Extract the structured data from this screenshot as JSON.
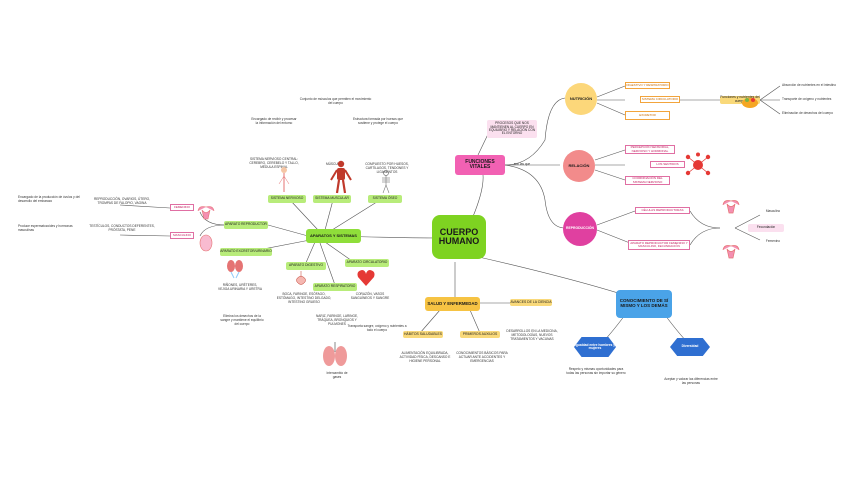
{
  "center": "CUERPO HUMANO",
  "funciones": {
    "title": "FUNCIONES VITALES",
    "desc": "PROCESOS QUE NOS MANTIENEN AL CUERPO EN EQUILIBRIO Y RELACIÓN CON EL ENTORNO",
    "son_las": "son las que",
    "nutricion": {
      "title": "NUTRICIÓN",
      "items": [
        "DIGESTIVO Y RESPIRATORIO",
        "SISTEMA CIRCULATORIO",
        "EXCRETOR"
      ],
      "right": [
        "Funciones y nutrientes del cuerpo",
        "Absorción de nutrientes en el intestino",
        "Transporte de oxígeno y nutrientes",
        "Eliminación de desechos del cuerpo"
      ]
    },
    "relacion": {
      "title": "RELACIÓN",
      "items": [
        "PERCEPCIÓN SENSORIAL, NERVIOSO Y HORMONAL",
        "LOS SENTIDOS",
        "COORDINACIÓN DEL SISTEMA NERVIOSO"
      ]
    },
    "reproduccion": {
      "title": "REPRODUCCIÓN",
      "items": [
        "CÉLULAS REPRODUCTORAS",
        "APARATO REPRODUCTOR FEMENINO Y MASCULINO, FECUNDACIÓN"
      ],
      "right": [
        "Masculino",
        "Fecundación",
        "Femenino"
      ]
    }
  },
  "aparatos": {
    "title": "APARATOS Y SISTEMAS",
    "nervioso": {
      "title": "SISTEMA NERVIOSO",
      "desc": "Encargado de recibir y procesar la información del entorno",
      "sub": "SISTEMA NERVIOSO CENTRAL: CEREBRO, CEREBELO Y TALLO, MÉDULA ESPINAL"
    },
    "muscular": {
      "title": "SISTEMA MUSCULAR",
      "desc": "Conjunto de músculos que permiten el movimiento del cuerpo",
      "sub": "MÚSCULOS"
    },
    "oseo": {
      "title": "SISTEMA ÓSEO",
      "desc": "Estructura formada por huesos que sostiene y protege el cuerpo",
      "sub": "COMPUESTO POR HUESOS, CARTÍLAGOS, TENDONES Y LIGAMENTOS"
    },
    "reproductor": {
      "title": "APARATO REPRODUCTOR",
      "femenino": "FEMENINO",
      "masculino": "MASCULINO",
      "fem_desc": "REPRODUCCIÓN, OVARIOS, ÚTERO, TROMPAS DE FALOPIO, VAGINA",
      "masc_desc": "TESTÍCULOS, CONDUCTOS DEFERENTES, PRÓSTATA, PENE",
      "fem_note": "Encargado de la producción de óvulos y del desarrollo del embarazo",
      "masc_note": "Produce espermatozoides y hormonas masculinas"
    },
    "excretor": {
      "title": "APARATO EXCRETOR/URINARIO",
      "desc": "RIÑONES, URÉTERES, VEJIGA URINARIA Y URETRA",
      "note": "Elimina los desechos de la sangre y mantiene el equilibrio del cuerpo"
    },
    "digestivo": {
      "title": "APARATO DIGESTIVO",
      "desc": "BOCA, FARINGE, ESÓFAGO, ESTÓMAGO, INTESTINO DELGADO, INTESTINO GRUESO"
    },
    "circulatorio": {
      "title": "APARATO CIRCULATORIO",
      "desc": "CORAZÓN, VASOS SANGUÍNEOS Y SANGRE",
      "note": "Transporta sangre, oxígeno y nutrientes a todo el cuerpo"
    },
    "respiratorio": {
      "title": "APARATO RESPIRATORIO",
      "desc": "NARIZ, FARINGE, LARINGE, TRÁQUEA, BRONQUIOS Y PULMONES",
      "note": "Intercambio de gases"
    }
  },
  "salud": {
    "title": "SALUD Y ENFERMEDAD",
    "avances": "AVANCES DE LA CIENCIA",
    "avances_desc": "DESARROLLOS EN LA MEDICINA, METODOLOGÍAS, NUEVOS TRATAMIENTOS Y VACUNAS",
    "habitos": "HÁBITOS SALUDABLES",
    "habitos_desc": "ALIMENTACIÓN EQUILIBRADA, ACTIVIDAD FÍSICA, DESCANSO E HIGIENE PERSONAL",
    "primeros": "PRIMEROS AUXILIOS",
    "primeros_desc": "CONOCIMIENTOS BÁSICOS PARA ACTUAR ANTE ACCIDENTES Y EMERGENCIAS"
  },
  "conocimiento": {
    "title": "CONOCIMIENTO DE SÍ MISMO Y LOS DEMÁS",
    "left": "Igualdad entre hombres y mujeres",
    "right": "Diversidad",
    "left_desc": "Respeto y mismas oportunidades para todas las personas sin importar su género",
    "right_desc": "Aceptar y valorar las diferencias entre las personas"
  },
  "colors": {
    "center": "#7ed321",
    "pink": "#f261b3",
    "green": "#8fde3a",
    "orange": "#f6c343",
    "blue": "#4aa3e8",
    "hex": "#2f6fd1",
    "nutricion_circle": "#fcd77a",
    "relacion_circle": "#f28b8b",
    "reproduccion_circle": "#e040a0"
  }
}
